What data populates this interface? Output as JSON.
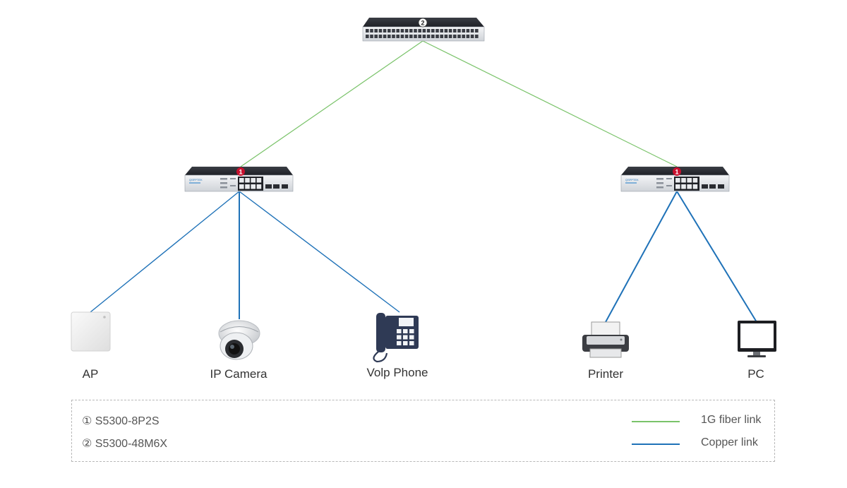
{
  "colors": {
    "fiber": "#7ac36a",
    "copper": "#1f72b8",
    "badge_access": "#c8102e",
    "badge_core": "#ffffff"
  },
  "switches": {
    "core": {
      "badge": "2"
    },
    "access_left": {
      "badge": "1"
    },
    "access_right": {
      "badge": "1"
    }
  },
  "devices": {
    "ap": {
      "label": "AP",
      "icon": "access-point-icon"
    },
    "camera": {
      "label": "IP Camera",
      "icon": "dome-camera-icon"
    },
    "phone": {
      "label": "Volp Phone",
      "icon": "desk-phone-icon"
    },
    "printer": {
      "label": "Printer",
      "icon": "printer-icon"
    },
    "pc": {
      "label": "PC",
      "icon": "monitor-icon"
    }
  },
  "legend": {
    "models": [
      {
        "marker": "①",
        "name": "S5300-8P2S"
      },
      {
        "marker": "②",
        "name": "S5300-48M6X"
      }
    ],
    "links": [
      {
        "name": "1G fiber link",
        "color": "#7ac36a"
      },
      {
        "name": "Copper link",
        "color": "#1f72b8"
      }
    ]
  }
}
